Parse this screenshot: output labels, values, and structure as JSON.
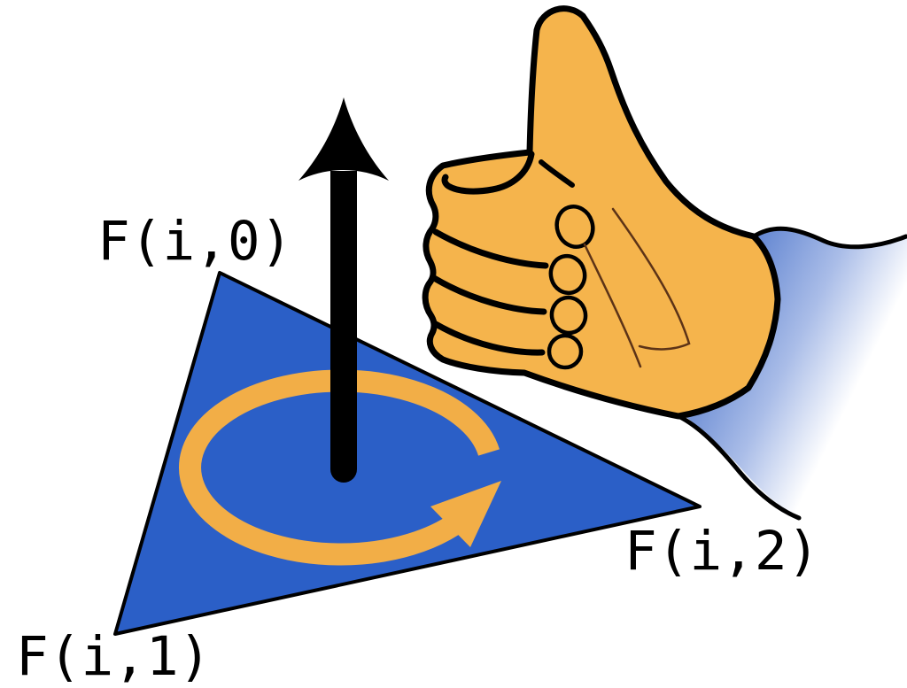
{
  "figure": {
    "type": "diagram",
    "subject": "right-hand-rule-triangle-winding-order",
    "labels": {
      "vertex0": "F(i,0)",
      "vertex1": "F(i,1)",
      "vertex2": "F(i,2)"
    },
    "colors": {
      "background": "#ffffff",
      "triangle": "#2b5fc7",
      "outline": "#000000",
      "normal_arrow": "#000000",
      "rotation_arrow": "#f2ae47",
      "hand_skin": "#f5b44c",
      "nail_skin": "#f5b44c",
      "sleeve_blue": "#6487d2",
      "sleeve_mid": "#aabde8",
      "sleeve_fade": "#ffffff",
      "crease_brown": "#5c3317"
    },
    "icons": {
      "normal_arrow": "up-arrow-icon",
      "rotation_arrow": "counter-clockwise-rotation-icon",
      "hand": "thumbs-up-hand-icon"
    }
  }
}
